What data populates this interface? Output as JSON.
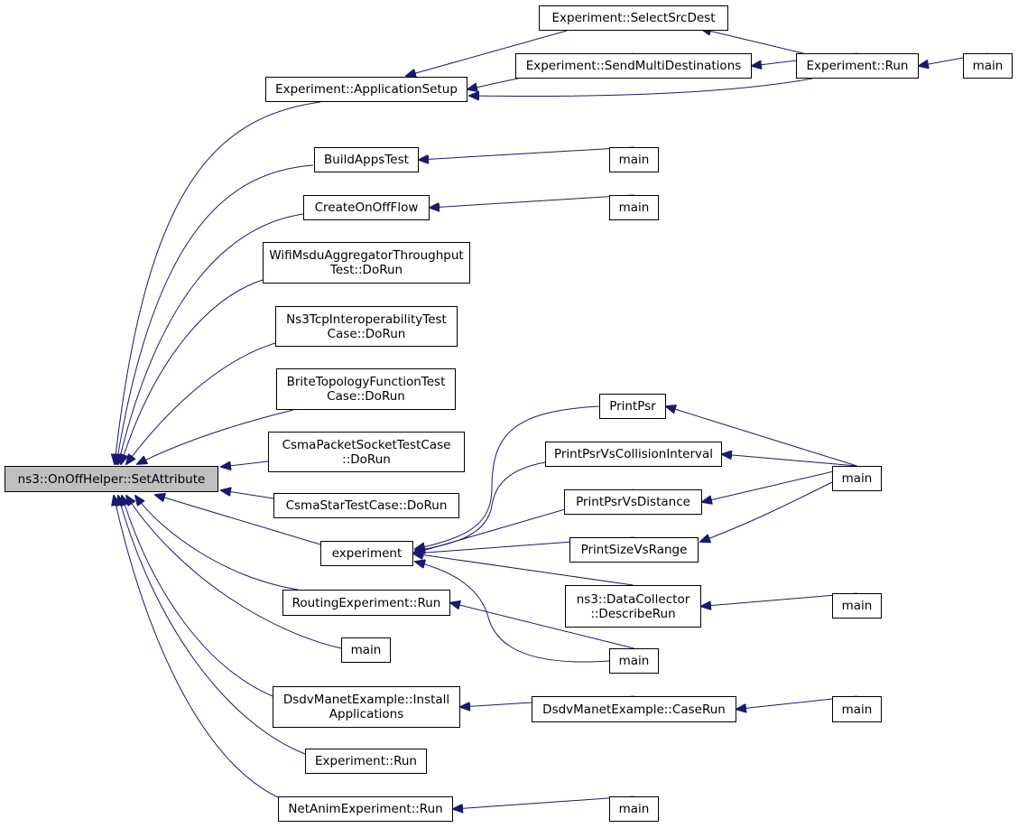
{
  "diagram": {
    "type": "call-graph",
    "edge_color": "#191970",
    "root_fill": "#bfbfbf",
    "nodes": [
      {
        "id": "root",
        "lines": [
          "ns3::OnOffHelper::SetAttribute"
        ],
        "root": true
      },
      {
        "id": "appsetup",
        "lines": [
          "Experiment::ApplicationSetup"
        ]
      },
      {
        "id": "selectsrc",
        "lines": [
          "Experiment::SelectSrcDest"
        ]
      },
      {
        "id": "sendmulti",
        "lines": [
          "Experiment::SendMultiDestinations"
        ]
      },
      {
        "id": "exprun1",
        "lines": [
          "Experiment::Run"
        ]
      },
      {
        "id": "main_top",
        "lines": [
          "main"
        ]
      },
      {
        "id": "buildapps",
        "lines": [
          "BuildAppsTest"
        ]
      },
      {
        "id": "main_build",
        "lines": [
          "main"
        ]
      },
      {
        "id": "createonoff",
        "lines": [
          "CreateOnOffFlow"
        ]
      },
      {
        "id": "main_create",
        "lines": [
          "main"
        ]
      },
      {
        "id": "wifimsdu",
        "lines": [
          "WifiMsduAggregatorThroughput",
          "Test::DoRun"
        ]
      },
      {
        "id": "ns3tcp",
        "lines": [
          "Ns3TcpInteroperabilityTest",
          "Case::DoRun"
        ]
      },
      {
        "id": "brite",
        "lines": [
          "BriteTopologyFunctionTest",
          "Case::DoRun"
        ]
      },
      {
        "id": "csmapacket",
        "lines": [
          "CsmaPacketSocketTestCase",
          "::DoRun"
        ]
      },
      {
        "id": "csmastar",
        "lines": [
          "CsmaStarTestCase::DoRun"
        ]
      },
      {
        "id": "experiment",
        "lines": [
          "experiment"
        ]
      },
      {
        "id": "printpsr",
        "lines": [
          "PrintPsr"
        ]
      },
      {
        "id": "printpsrcoll",
        "lines": [
          "PrintPsrVsCollisionInterval"
        ]
      },
      {
        "id": "printpsrdist",
        "lines": [
          "PrintPsrVsDistance"
        ]
      },
      {
        "id": "printsize",
        "lines": [
          "PrintSizeVsRange"
        ]
      },
      {
        "id": "main_psr",
        "lines": [
          "main"
        ]
      },
      {
        "id": "datacollector",
        "lines": [
          "ns3::DataCollector",
          "::DescribeRun"
        ]
      },
      {
        "id": "main_dc",
        "lines": [
          "main"
        ]
      },
      {
        "id": "routingexp",
        "lines": [
          "RoutingExperiment::Run"
        ]
      },
      {
        "id": "main_routing",
        "lines": [
          "main"
        ]
      },
      {
        "id": "main_direct",
        "lines": [
          "main"
        ]
      },
      {
        "id": "dsdvinstall",
        "lines": [
          "DsdvManetExample::Install",
          "Applications"
        ]
      },
      {
        "id": "dsdvcaserun",
        "lines": [
          "DsdvManetExample::CaseRun"
        ]
      },
      {
        "id": "main_dsdv",
        "lines": [
          "main"
        ]
      },
      {
        "id": "exprun2",
        "lines": [
          "Experiment::Run"
        ]
      },
      {
        "id": "netanim",
        "lines": [
          "NetAnimExperiment::Run"
        ]
      },
      {
        "id": "main_netanim",
        "lines": [
          "main"
        ]
      }
    ],
    "edges": [
      {
        "from": "appsetup",
        "to": "root"
      },
      {
        "from": "buildapps",
        "to": "root"
      },
      {
        "from": "createonoff",
        "to": "root"
      },
      {
        "from": "wifimsdu",
        "to": "root"
      },
      {
        "from": "ns3tcp",
        "to": "root"
      },
      {
        "from": "brite",
        "to": "root"
      },
      {
        "from": "csmapacket",
        "to": "root"
      },
      {
        "from": "csmastar",
        "to": "root"
      },
      {
        "from": "experiment",
        "to": "root"
      },
      {
        "from": "routingexp",
        "to": "root"
      },
      {
        "from": "main_direct",
        "to": "root"
      },
      {
        "from": "dsdvinstall",
        "to": "root"
      },
      {
        "from": "exprun2",
        "to": "root"
      },
      {
        "from": "netanim",
        "to": "root"
      },
      {
        "from": "selectsrc",
        "to": "appsetup"
      },
      {
        "from": "sendmulti",
        "to": "appsetup"
      },
      {
        "from": "exprun1",
        "to": "appsetup"
      },
      {
        "from": "exprun1",
        "to": "selectsrc"
      },
      {
        "from": "exprun1",
        "to": "sendmulti"
      },
      {
        "from": "main_top",
        "to": "exprun1"
      },
      {
        "from": "main_build",
        "to": "buildapps"
      },
      {
        "from": "main_create",
        "to": "createonoff"
      },
      {
        "from": "printpsr",
        "to": "experiment"
      },
      {
        "from": "printpsrcoll",
        "to": "experiment"
      },
      {
        "from": "printpsrdist",
        "to": "experiment"
      },
      {
        "from": "printsize",
        "to": "experiment"
      },
      {
        "from": "datacollector",
        "to": "experiment"
      },
      {
        "from": "main_routing",
        "to": "experiment"
      },
      {
        "from": "main_psr",
        "to": "printpsr"
      },
      {
        "from": "main_psr",
        "to": "printpsrcoll"
      },
      {
        "from": "main_psr",
        "to": "printpsrdist"
      },
      {
        "from": "main_psr",
        "to": "printsize"
      },
      {
        "from": "main_dc",
        "to": "datacollector"
      },
      {
        "from": "main_routing",
        "to": "routingexp"
      },
      {
        "from": "dsdvcaserun",
        "to": "dsdvinstall"
      },
      {
        "from": "main_dsdv",
        "to": "dsdvcaserun"
      },
      {
        "from": "main_netanim",
        "to": "netanim"
      }
    ]
  }
}
